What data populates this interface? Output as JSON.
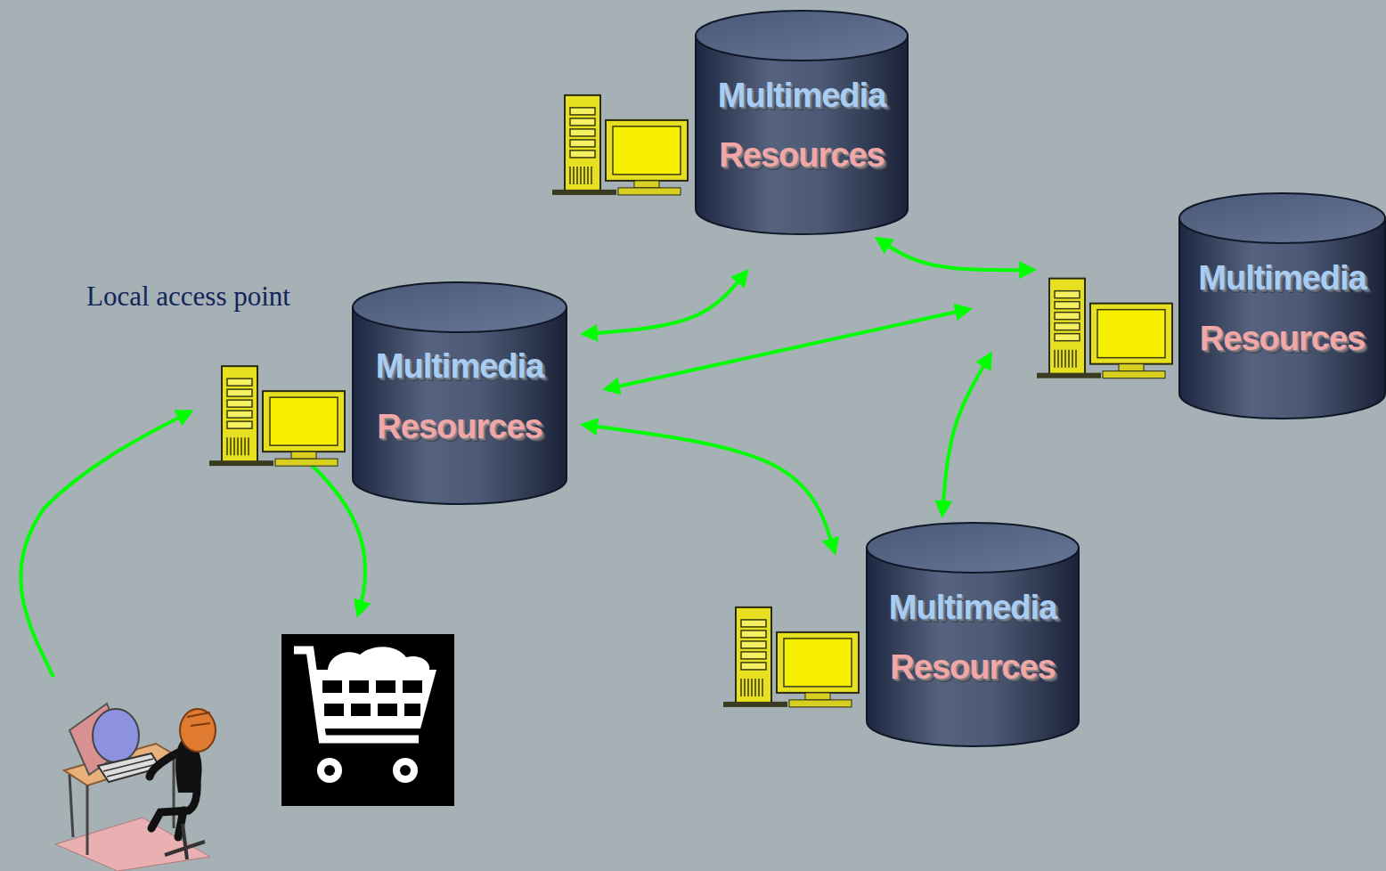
{
  "diagram": {
    "nodes": [
      {
        "text": [
          "Multimedia",
          "Resources"
        ]
      },
      {
        "text": [
          "Multimedia",
          "Resources"
        ]
      },
      {
        "text": [
          "Local access point",
          "Multimedia",
          "Resources"
        ]
      },
      {
        "text": [
          "Multimedia",
          "Resources"
        ]
      }
    ],
    "edges": [
      {
        "from": 2,
        "to": 0,
        "arrow": "both"
      },
      {
        "from": 2,
        "to": 1,
        "arrow": "both"
      },
      {
        "from": 2,
        "to": 3,
        "arrow": "both"
      },
      {
        "from": 0,
        "to": 1,
        "arrow": "both"
      },
      {
        "from": 1,
        "to": 3,
        "arrow": "both"
      }
    ]
  }
}
